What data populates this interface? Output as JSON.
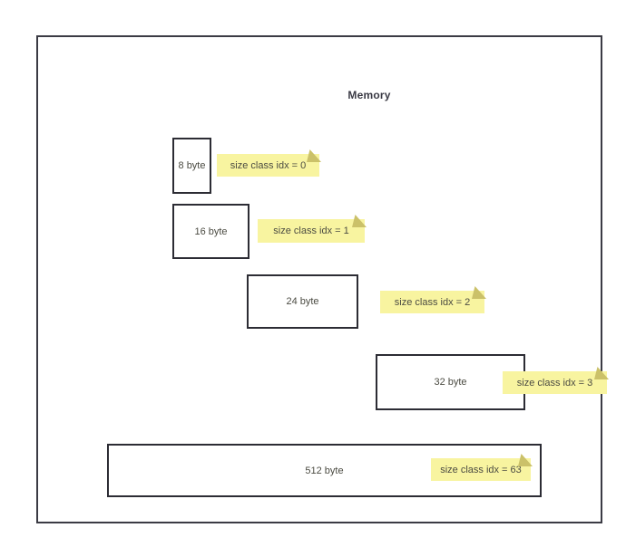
{
  "title": "Memory",
  "boxes": [
    {
      "label": "8 byte",
      "note": "size class idx = 0"
    },
    {
      "label": "16 byte",
      "note": "size class idx = 1"
    },
    {
      "label": "24 byte",
      "note": "size class idx = 2"
    },
    {
      "label": "32 byte",
      "note": "size class idx = 3"
    },
    {
      "label": "512 byte",
      "note": "size class idx = 63"
    }
  ],
  "colors": {
    "frame_border": "#3b3b44",
    "box_border": "#2c2c34",
    "note_bg": "#f8f4a0",
    "note_fold": "#cbc169",
    "text": "#4b4b42",
    "bg": "#ffffff"
  }
}
